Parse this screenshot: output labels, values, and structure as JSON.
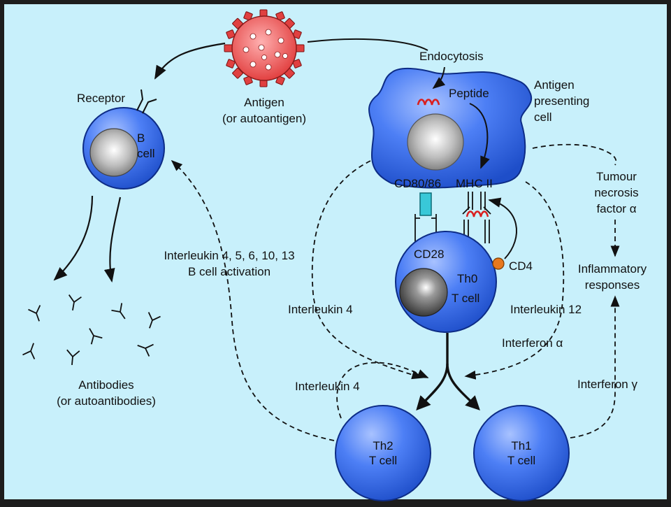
{
  "labels": {
    "endocytosis": "Endocytosis",
    "peptide": "Peptide",
    "apc": [
      "Antigen",
      "presenting",
      "cell"
    ],
    "receptor": "Receptor",
    "antigen": [
      "Antigen",
      "(or autoantigen)"
    ],
    "b_cell": [
      "B",
      "cell"
    ],
    "cd80": "CD80/86",
    "mhc": "MHC II",
    "cd28": "CD28",
    "th0": [
      "Th0",
      "T cell"
    ],
    "cd4": "CD4",
    "tnf": [
      "Tumour",
      "necrosis",
      "factor α"
    ],
    "inflammatory": [
      "Inflammatory",
      "responses"
    ],
    "il_b_activation": [
      "Interleukin 4, 5, 6, 10, 13",
      "B cell activation"
    ],
    "il4_a": "Interleukin 4",
    "il12": "Interleukin 12",
    "ifn_alpha": "Interferon α",
    "il4_b": "Interleukin 4",
    "ifn_gamma": "Interferon γ",
    "antibodies": [
      "Antibodies",
      "(or autoantibodies)"
    ],
    "th2": [
      "Th2",
      "T cell"
    ],
    "th1": [
      "Th1",
      "T cell"
    ]
  },
  "colors": {
    "background": "#c8f0fb",
    "cell_blue": "#2f67f2",
    "nucleus": "#b9b9b9",
    "antigen_red": "#f06262",
    "peptide_red": "#d92020",
    "cd80_cyan": "#39c8d8",
    "cd4_orange": "#e7781e"
  }
}
